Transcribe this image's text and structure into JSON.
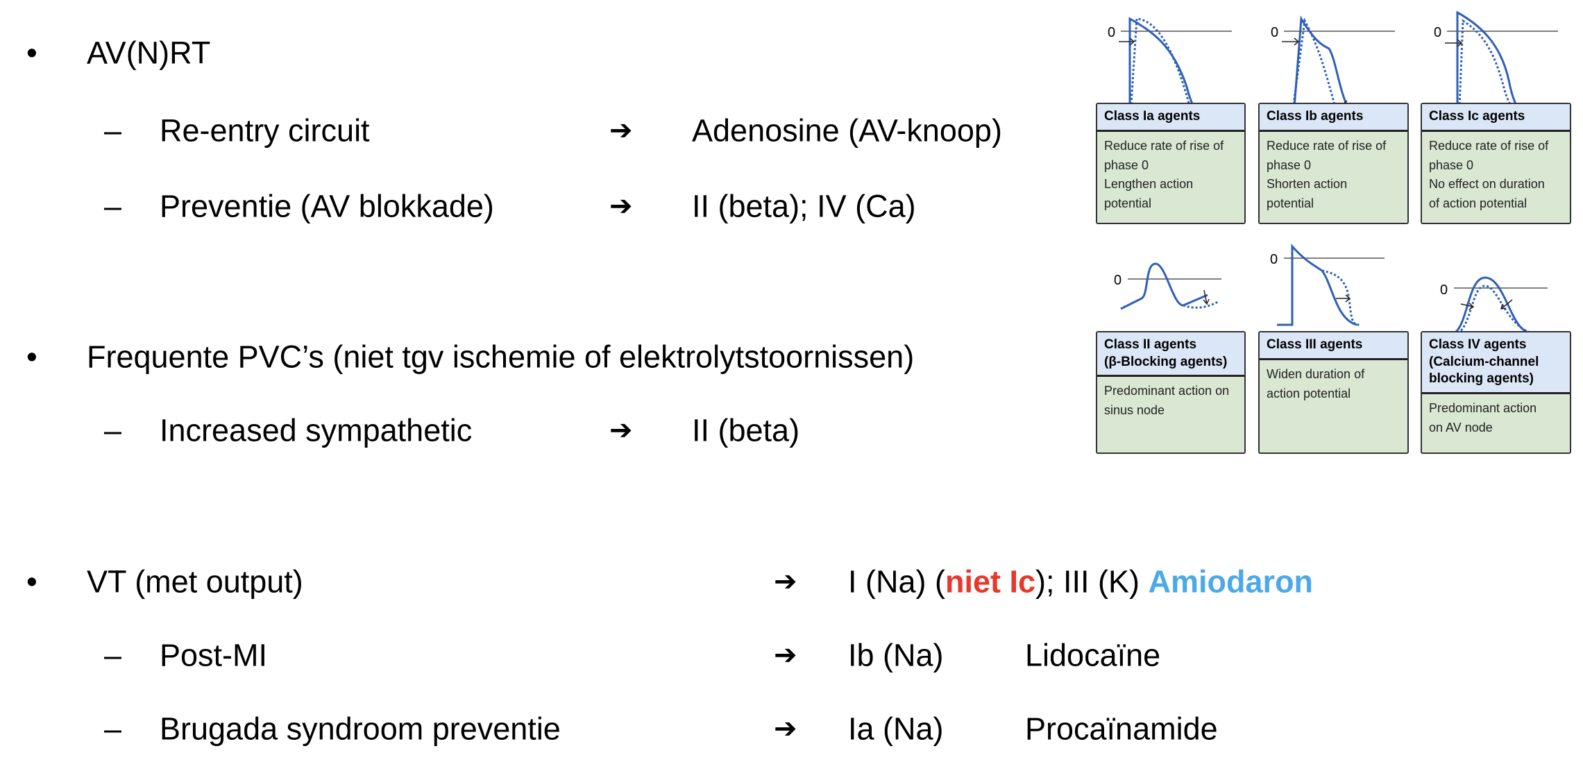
{
  "slide": {
    "sections": [
      {
        "bullet": "AV(N)RT",
        "items": [
          {
            "label": "Re-entry circuit",
            "result": "Adenosine (AV-knoop)"
          },
          {
            "label": "Preventie (AV blokkade)",
            "result": "II (beta); IV (Ca)"
          }
        ]
      },
      {
        "bullet": "Frequente PVC’s (niet tgv ischemie of elektrolytstoornissen)",
        "items": [
          {
            "label": "Increased sympathetic",
            "result": "II (beta)"
          }
        ]
      },
      {
        "bullet": "VT (met output)",
        "result_parts": [
          "I (Na) (",
          "niet Ic",
          "); III (K) ",
          "Amiodaron"
        ],
        "items": [
          {
            "label": "Post-MI",
            "result": "Ib (Na)",
            "drug": "Lidocaïne"
          },
          {
            "label": "Brugada syndroom preventie",
            "result": "Ia (Na)",
            "drug": "Procaïnamide"
          }
        ]
      }
    ],
    "bullet_symbol": "•",
    "dash_symbol": "–",
    "arrow_symbol": "➔",
    "colors": {
      "warning": "#e8372b",
      "highlight": "#4ba9e9",
      "curve": "#2e5fb8"
    }
  },
  "figure": {
    "zero_label": "0",
    "cards": [
      {
        "title": "Class Ia agents",
        "body": [
          "Reduce rate of rise of",
          "phase 0",
          "Lengthen action",
          "potential"
        ]
      },
      {
        "title": "Class Ib agents",
        "body": [
          "Reduce rate of rise of",
          "phase 0",
          "Shorten action",
          "potential"
        ]
      },
      {
        "title": "Class Ic agents",
        "body": [
          "Reduce rate of rise of",
          "phase 0",
          "No effect on duration",
          "of action potential"
        ]
      },
      {
        "title": "Class II agents",
        "title2": "(β-Blocking agents)",
        "body": [
          "Predominant action on",
          "sinus node"
        ]
      },
      {
        "title": "Class III agents",
        "body": [
          "Widen duration of",
          "action potential"
        ]
      },
      {
        "title": "Class IV agents",
        "title2": "(Calcium-channel",
        "title3": "blocking agents)",
        "body": [
          "Predominant action",
          "on AV node"
        ]
      }
    ]
  }
}
